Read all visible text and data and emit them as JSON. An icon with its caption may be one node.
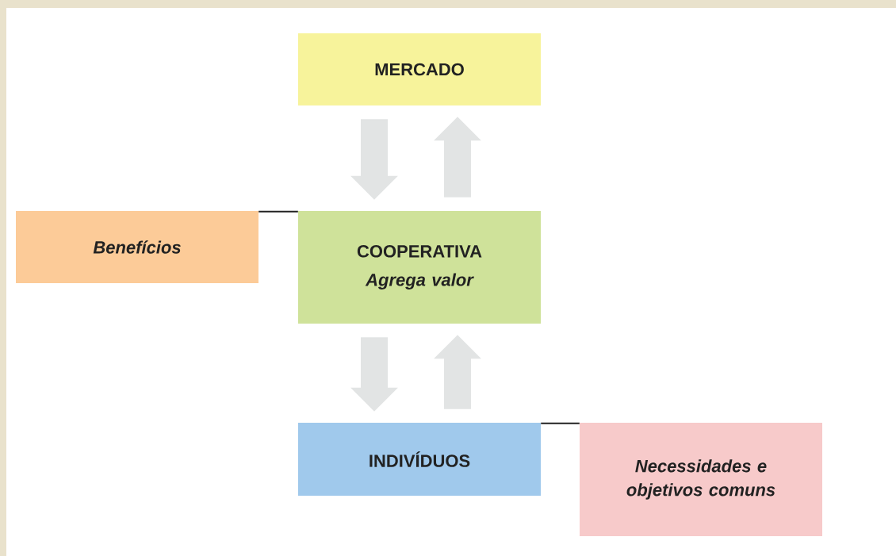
{
  "diagram": {
    "nodes": [
      {
        "text": [
          "MERCADO"
        ]
      },
      {
        "text": [
          "Benefícios"
        ]
      },
      {
        "text": [
          "COOPERATIVA",
          "Agrega valor"
        ]
      },
      {
        "text": [
          "INDIVÍDUOS"
        ]
      },
      {
        "text": [
          "Necessidades e objetivos comuns"
        ]
      }
    ],
    "edges": [
      {
        "from": 0,
        "to": 2,
        "arrow": "to"
      },
      {
        "from": 2,
        "to": 0,
        "arrow": "to"
      },
      {
        "from": 2,
        "to": 3,
        "arrow": "to"
      },
      {
        "from": 3,
        "to": 2,
        "arrow": "to"
      },
      {
        "from": 1,
        "to": 2,
        "arrow": "none",
        "color": "#222222"
      },
      {
        "from": 3,
        "to": 4,
        "arrow": "none",
        "color": "#222222"
      }
    ]
  }
}
